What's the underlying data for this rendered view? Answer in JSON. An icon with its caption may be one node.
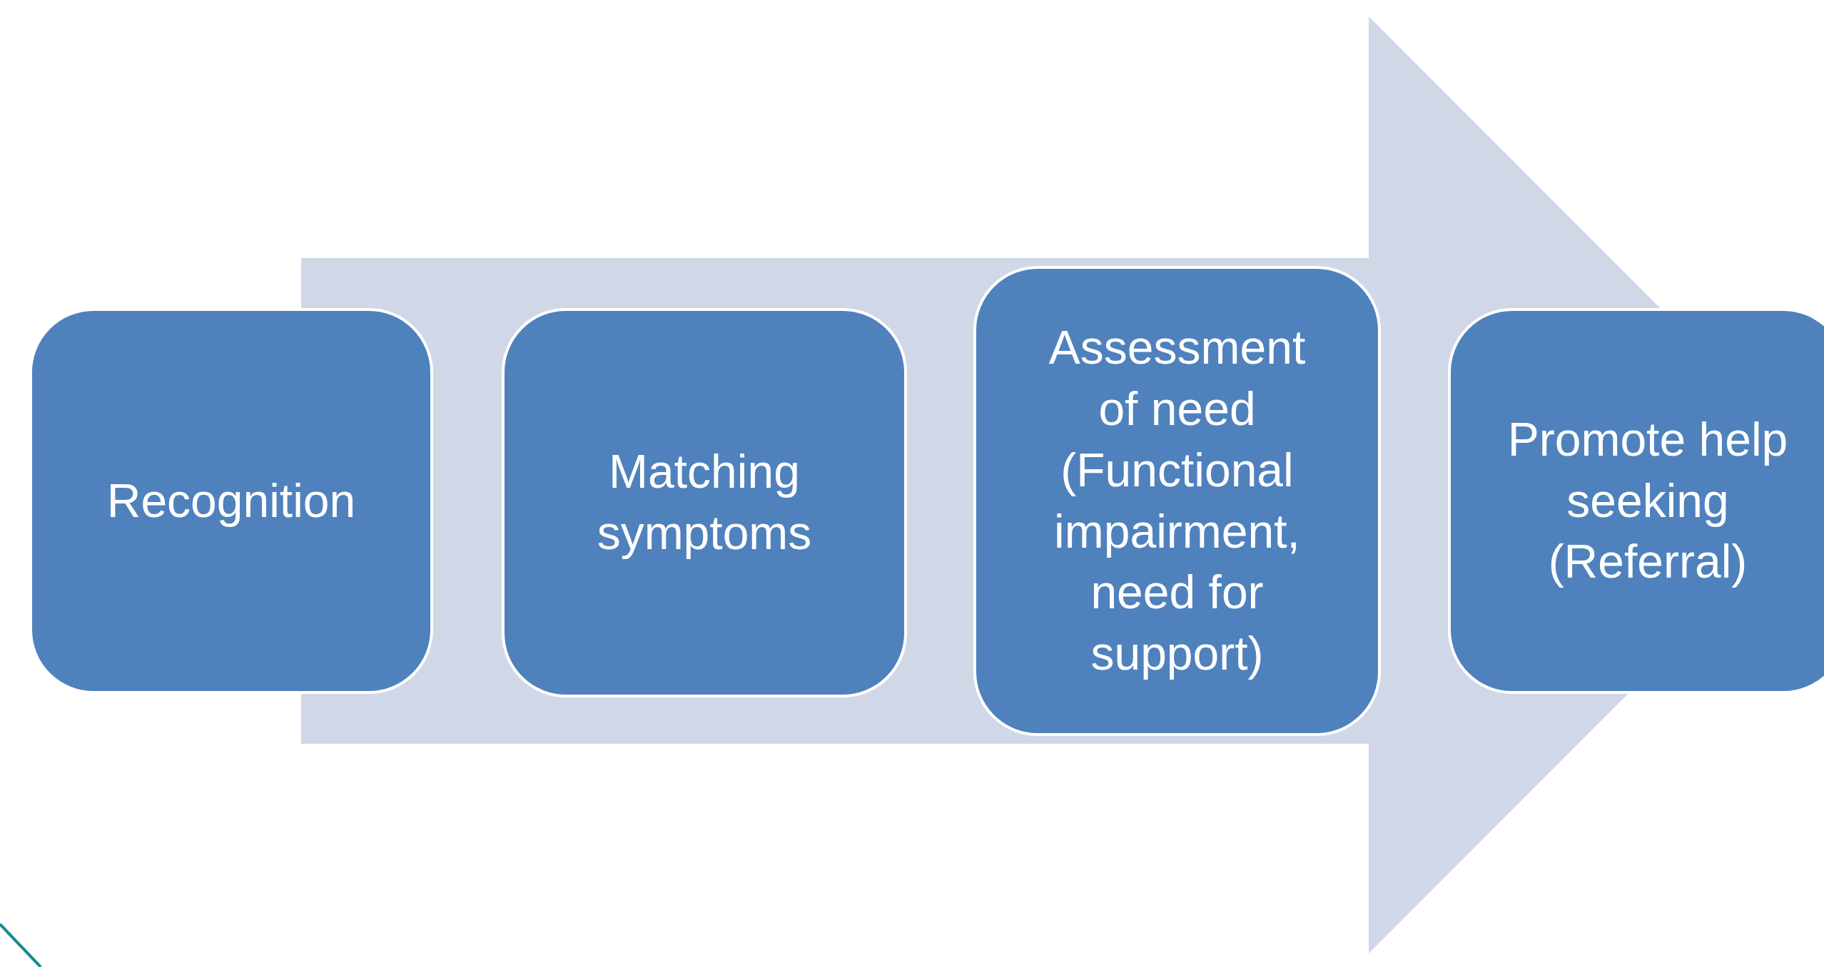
{
  "diagram": {
    "nodes": [
      {
        "text": [
          "Recognition"
        ]
      },
      {
        "text": [
          "Matching symptoms"
        ]
      },
      {
        "text": [
          "Assessment of need (Functional impairment, need for support)"
        ]
      },
      {
        "text": [
          "Promote help seeking (Referral)"
        ]
      }
    ],
    "edges": [
      {
        "from": 0,
        "to": 3,
        "arrow": "to"
      }
    ]
  }
}
